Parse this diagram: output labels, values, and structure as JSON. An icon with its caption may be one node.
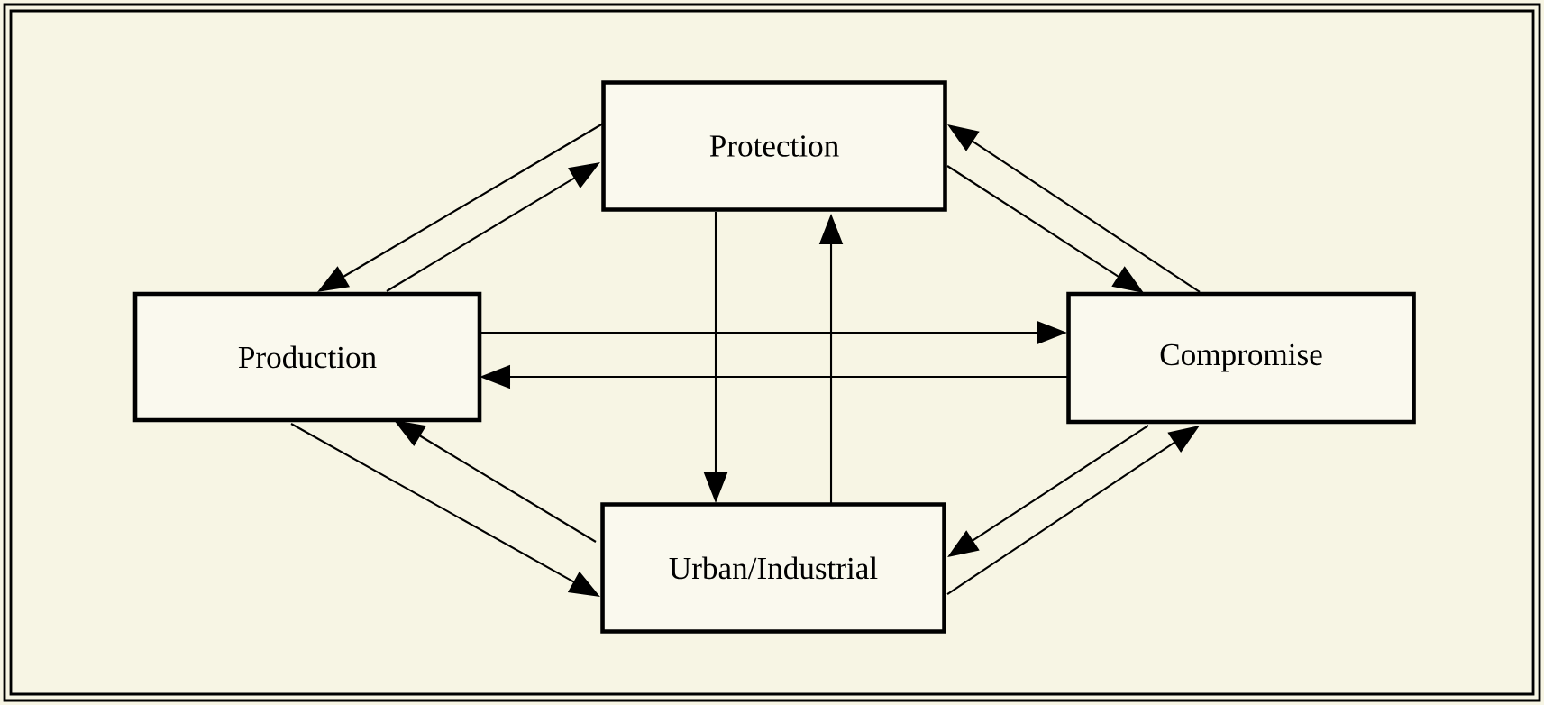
{
  "diagram": {
    "nodes": [
      {
        "text": [
          "Protection"
        ]
      },
      {
        "text": [
          "Production"
        ]
      },
      {
        "text": [
          "Compromise"
        ]
      },
      {
        "text": [
          "Urban/Industrial"
        ]
      }
    ],
    "edges": [
      {
        "from": 0,
        "to": 1,
        "arrow": "to"
      },
      {
        "from": 1,
        "to": 0,
        "arrow": "to"
      },
      {
        "from": 2,
        "to": 0,
        "arrow": "to"
      },
      {
        "from": 0,
        "to": 2,
        "arrow": "to"
      },
      {
        "from": 1,
        "to": 2,
        "arrow": "to"
      },
      {
        "from": 2,
        "to": 1,
        "arrow": "to"
      },
      {
        "from": 0,
        "to": 3,
        "arrow": "to"
      },
      {
        "from": 3,
        "to": 0,
        "arrow": "to"
      },
      {
        "from": 1,
        "to": 3,
        "arrow": "to"
      },
      {
        "from": 3,
        "to": 1,
        "arrow": "to"
      },
      {
        "from": 2,
        "to": 3,
        "arrow": "to"
      },
      {
        "from": 3,
        "to": 2,
        "arrow": "to"
      }
    ]
  }
}
